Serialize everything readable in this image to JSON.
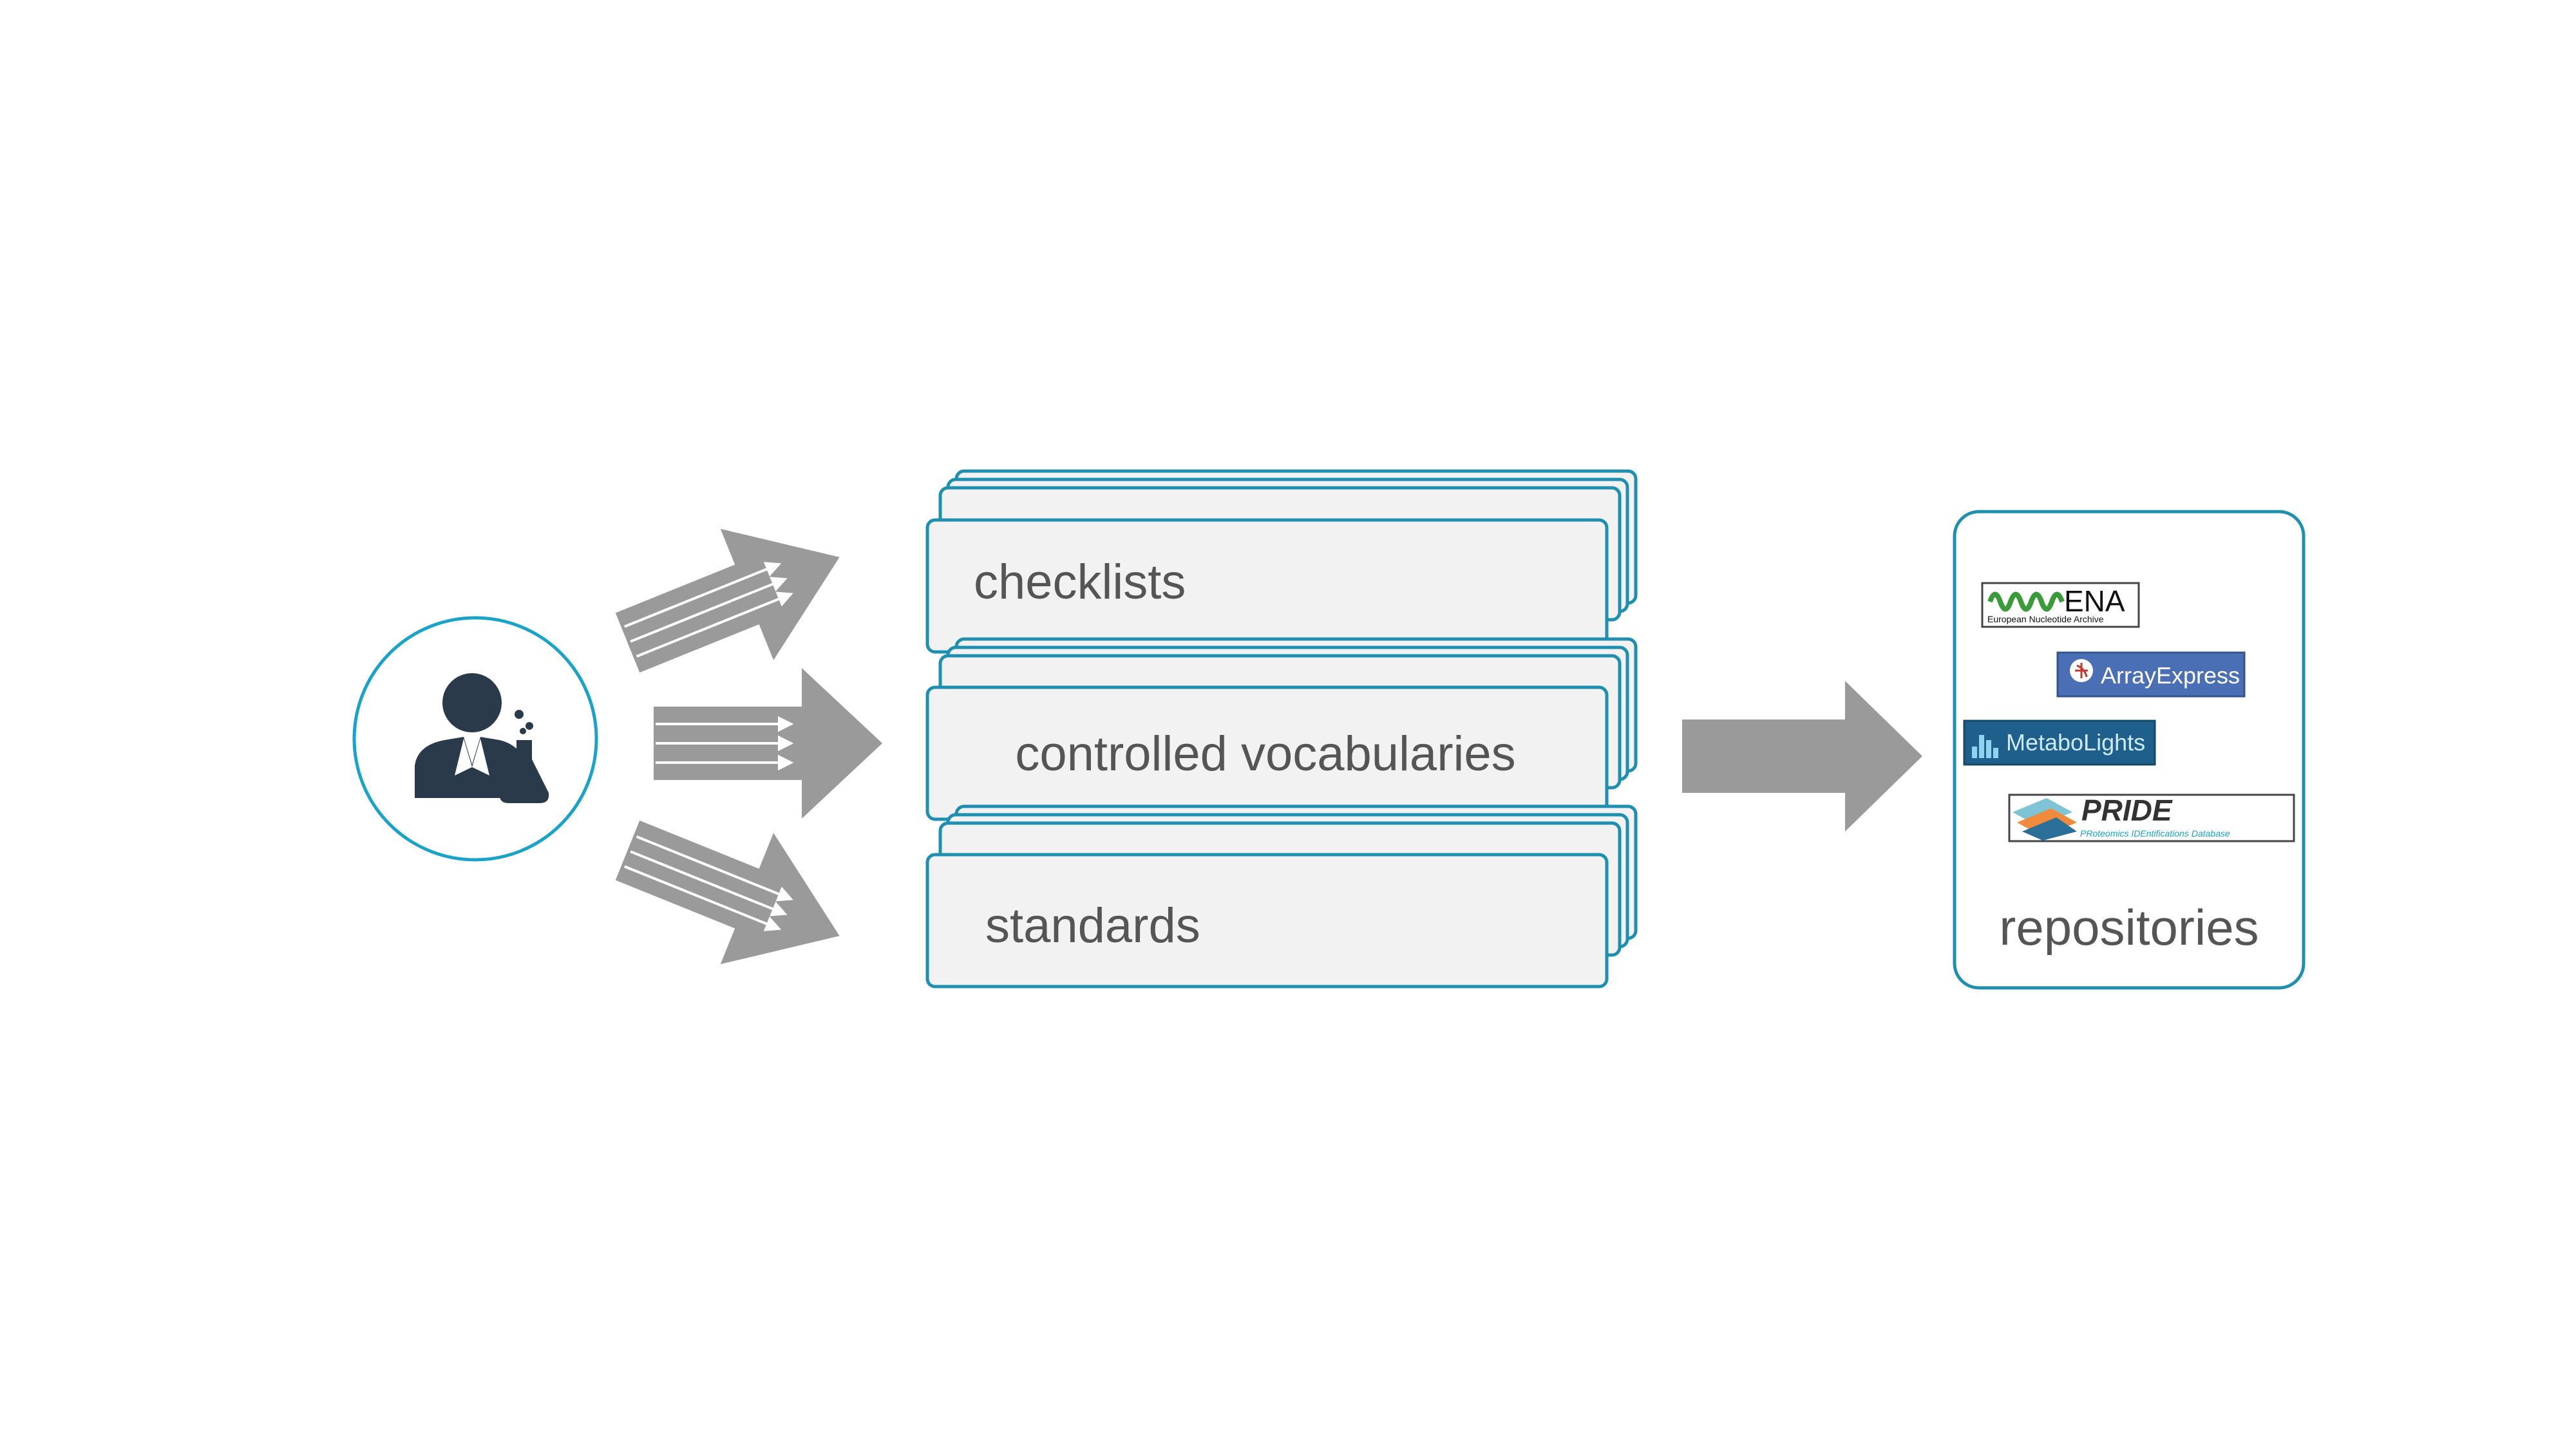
{
  "colors": {
    "accent": "#1aa3c9",
    "arrow": "#9a9a9a",
    "card_fill": "#f2f2f2",
    "card_border": "#1f8fb0",
    "person": "#2b3a4a",
    "text": "#555555"
  },
  "researcher": {
    "icon": "scientist-with-flask-icon"
  },
  "stacks": [
    {
      "label": "checklists"
    },
    {
      "label": "controlled vocabularies"
    },
    {
      "label": "standards"
    }
  ],
  "repositories": {
    "label": "repositories",
    "logos": {
      "ena": {
        "title": "ENA",
        "subtitle": "European Nucleotide Archive"
      },
      "arrayexpress": {
        "title": "ArrayExpress"
      },
      "metabolights": {
        "title": "MetaboLights"
      },
      "pride": {
        "title": "PRIDE",
        "subtitle": "PRoteomics IDEntifications Database"
      }
    }
  }
}
